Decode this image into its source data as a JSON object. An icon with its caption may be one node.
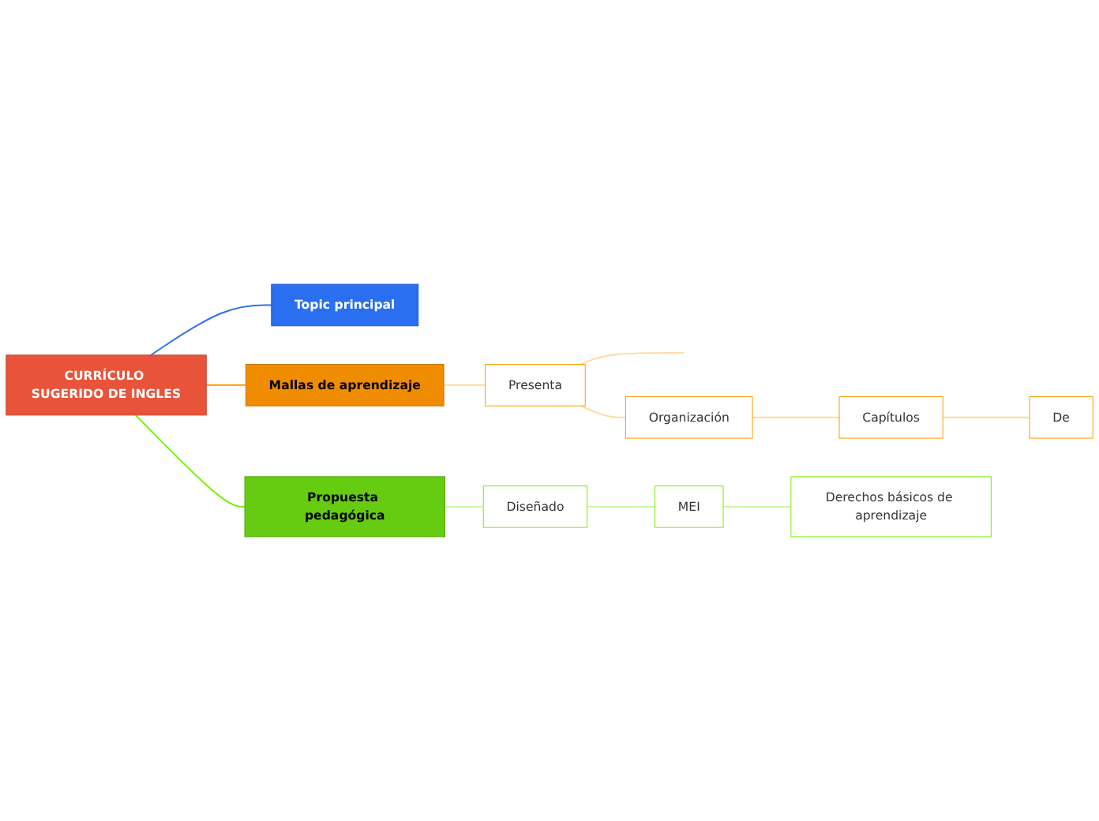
{
  "diagram": {
    "nodes": [
      {
        "text": [
          "CURRÍCULO SUGERIDO DE INGLES"
        ]
      },
      {
        "text": [
          "Topic principal"
        ]
      },
      {
        "text": [
          "Mallas de aprendizaje"
        ]
      },
      {
        "text": [
          "Presenta"
        ]
      },
      {
        "text": [
          "Organización"
        ]
      },
      {
        "text": [
          "Capítulos"
        ]
      },
      {
        "text": [
          "De"
        ]
      },
      {
        "text": [
          "Propuesta pedagógica"
        ]
      },
      {
        "text": [
          "Diseñado"
        ]
      },
      {
        "text": [
          "MEI"
        ]
      },
      {
        "text": [
          "Derechos básicos de aprendizaje"
        ]
      }
    ],
    "edges": [
      {
        "from": 0,
        "to": 1,
        "arrow": "none",
        "color": "#2a6ff0"
      },
      {
        "from": 0,
        "to": 2,
        "arrow": "none",
        "color": "#ff9900"
      },
      {
        "from": 2,
        "to": 3,
        "arrow": "none",
        "color": "#ffd9a0"
      },
      {
        "from": 3,
        "to": null,
        "arrow": "none",
        "color": "#ffd9a0"
      },
      {
        "from": 3,
        "to": 4,
        "arrow": "none",
        "color": "#ffd9a0"
      },
      {
        "from": 4,
        "to": 5,
        "arrow": "none",
        "color": "#ffd9a0"
      },
      {
        "from": 5,
        "to": 6,
        "arrow": "none",
        "color": "#ffd9a0"
      },
      {
        "from": 0,
        "to": 7,
        "arrow": "none",
        "color": "#77ee00"
      },
      {
        "from": 7,
        "to": 8,
        "arrow": "none",
        "color": "#c8f5a0"
      },
      {
        "from": 8,
        "to": 9,
        "arrow": "none",
        "color": "#c8f5a0"
      },
      {
        "from": 9,
        "to": 10,
        "arrow": "none",
        "color": "#c8f5a0"
      }
    ]
  }
}
